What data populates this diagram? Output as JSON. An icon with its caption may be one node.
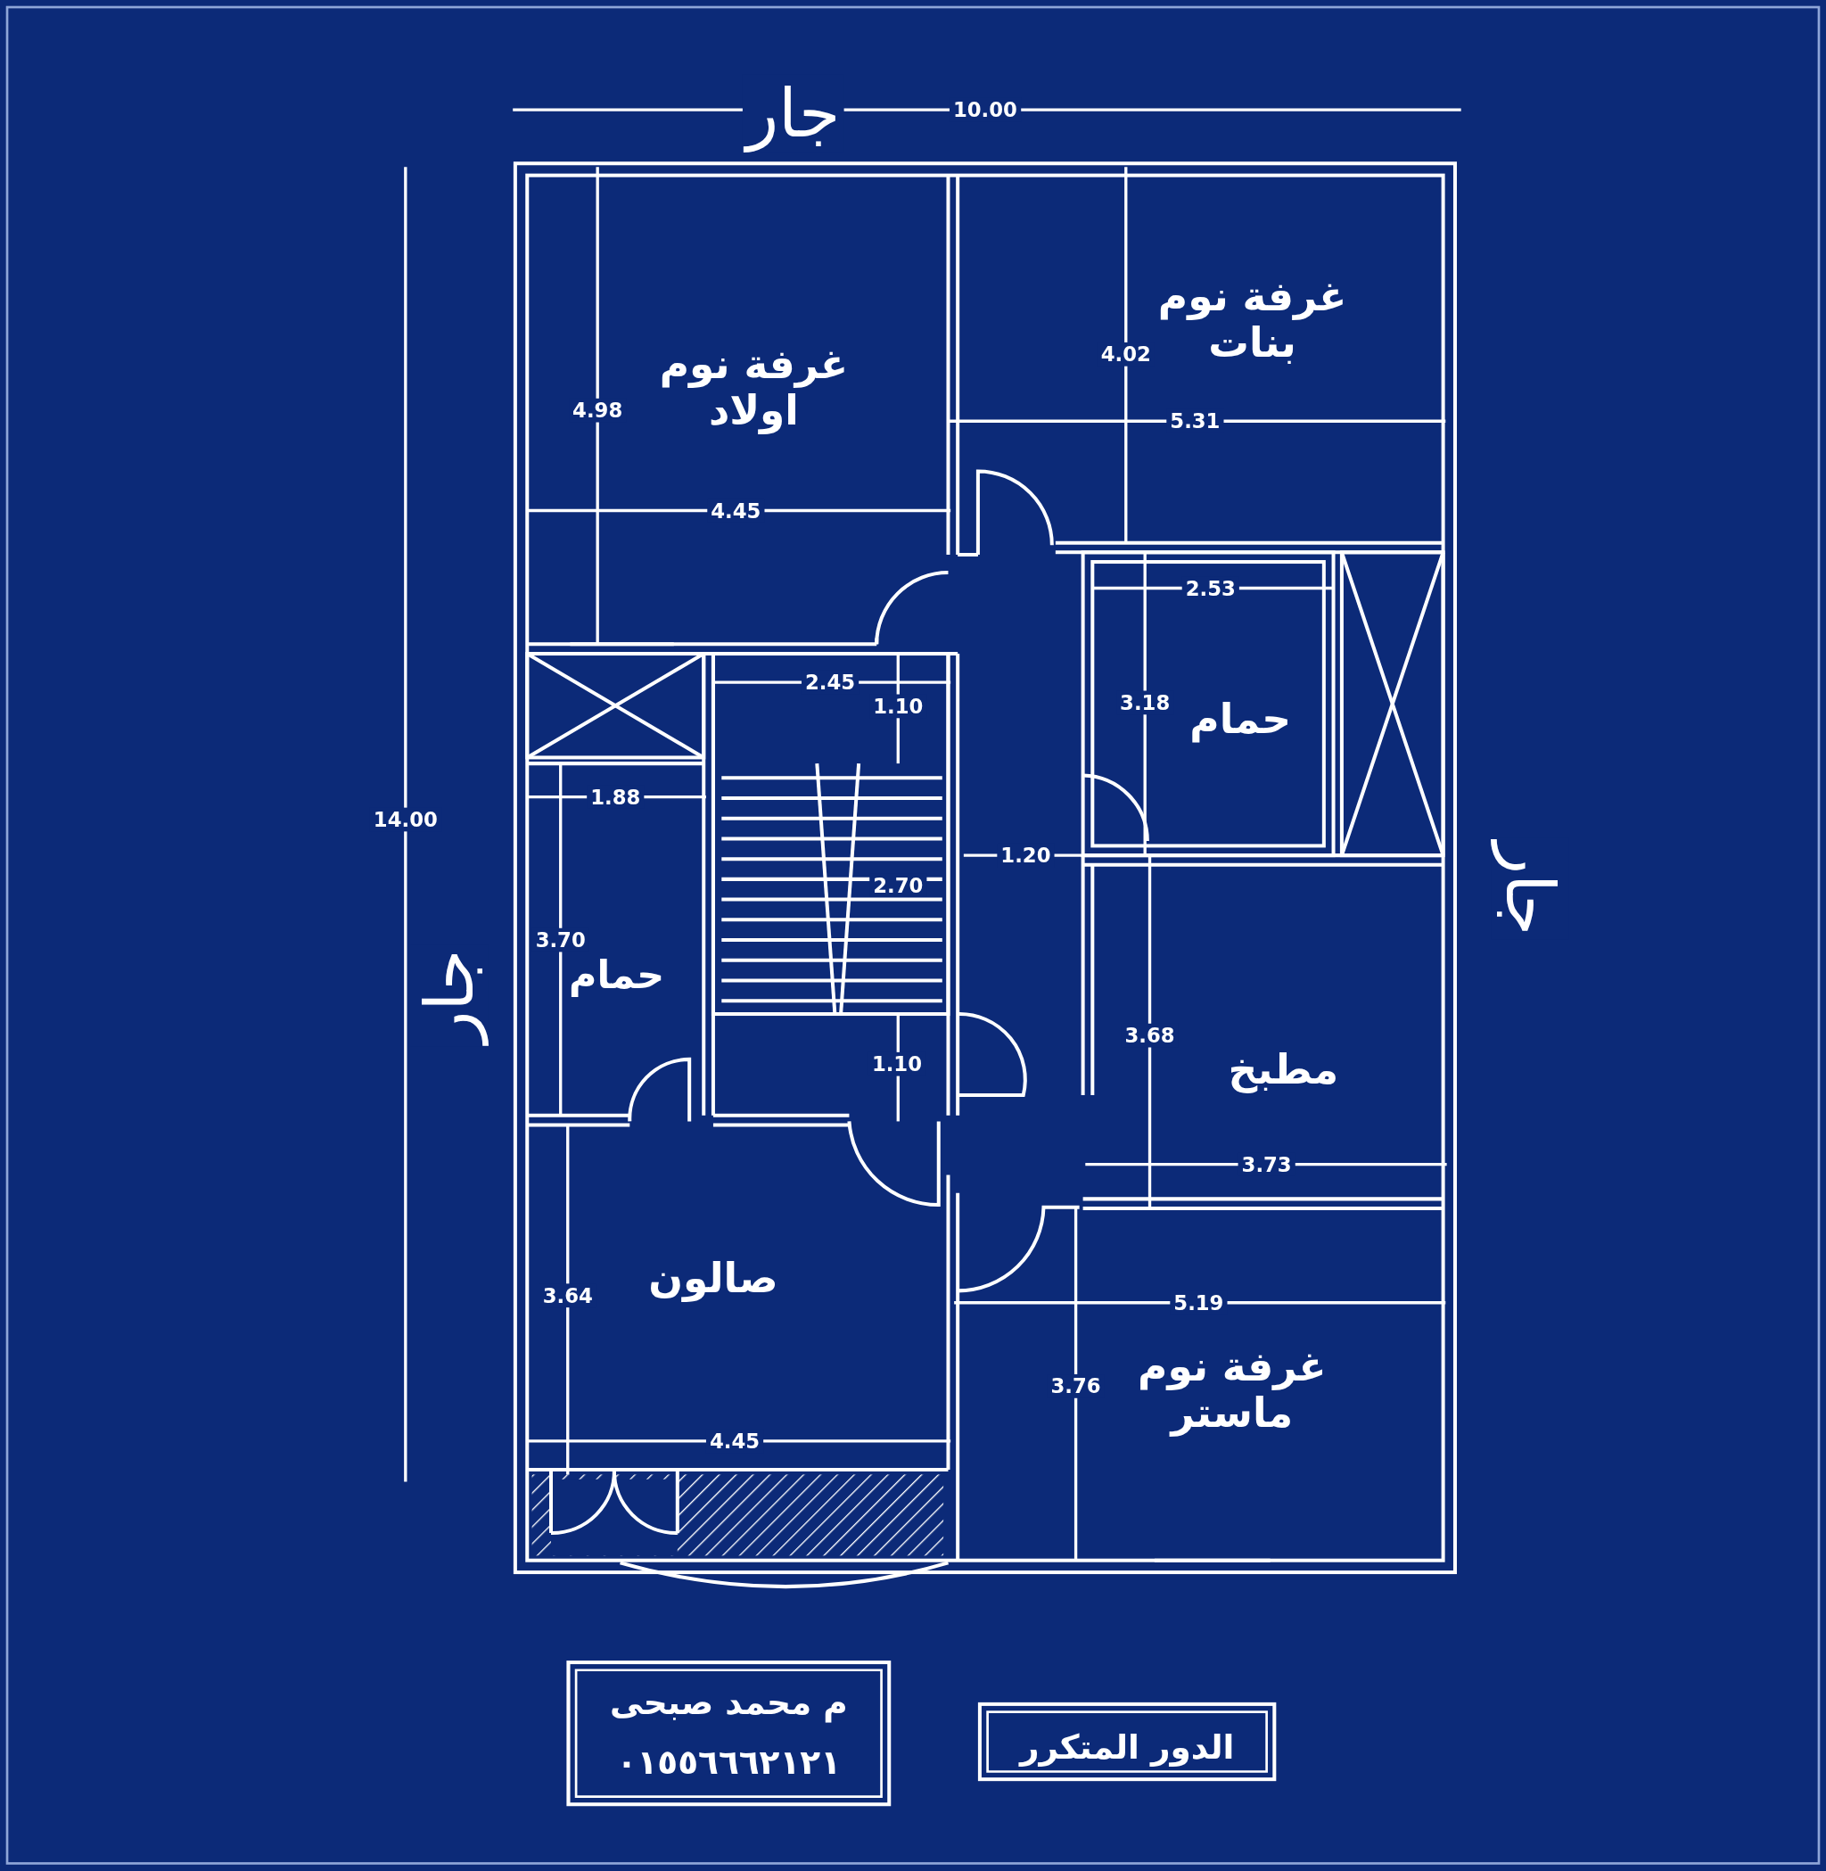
{
  "diagram": {
    "nodes": [
      {
        "text": [
          "غرفة نوم اولاد"
        ]
      },
      {
        "text": [
          "غرفة نوم بنات"
        ]
      },
      {
        "text": [
          "حمام"
        ]
      },
      {
        "text": [
          "حمام"
        ]
      },
      {
        "text": [
          "مطبخ"
        ]
      },
      {
        "text": [
          "صالون"
        ]
      },
      {
        "text": [
          "غرفة نوم ماستر"
        ]
      },
      {
        "text": [
          "م محمد صبحى",
          "٠١٥٥٦٦٦٢١٢١"
        ]
      },
      {
        "text": [
          "الدور المتكرر"
        ]
      }
    ],
    "labels": [
      "جار",
      "10.00",
      "4.02",
      "5.31",
      "4.98",
      "4.45",
      "2.53",
      "2.45",
      "1.10",
      "3.18",
      "1.88",
      "14.00",
      "جار",
      "1.20",
      "2.70",
      "3.70",
      "جار",
      "1.10",
      "3.68",
      "3.73",
      "3.64",
      "5.19",
      "3.76",
      "4.45"
    ]
  }
}
